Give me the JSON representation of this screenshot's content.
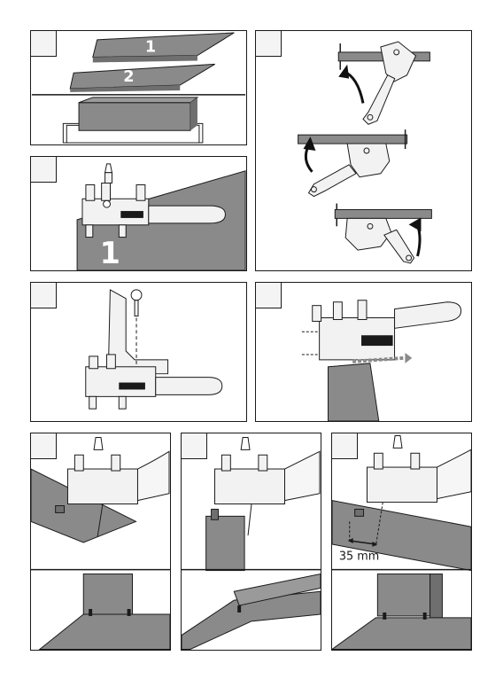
{
  "labels": {
    "board_one": "1",
    "board_two": "2",
    "board_one_bottom": "1",
    "distance": "35 mm"
  },
  "colors": {
    "board": "#8a8a8a",
    "board_dark": "#6f6f6f",
    "jig": "#f2f2f2",
    "line": "#1a1a1a",
    "arrow": "#111111",
    "tab": "#f4f4f4"
  }
}
